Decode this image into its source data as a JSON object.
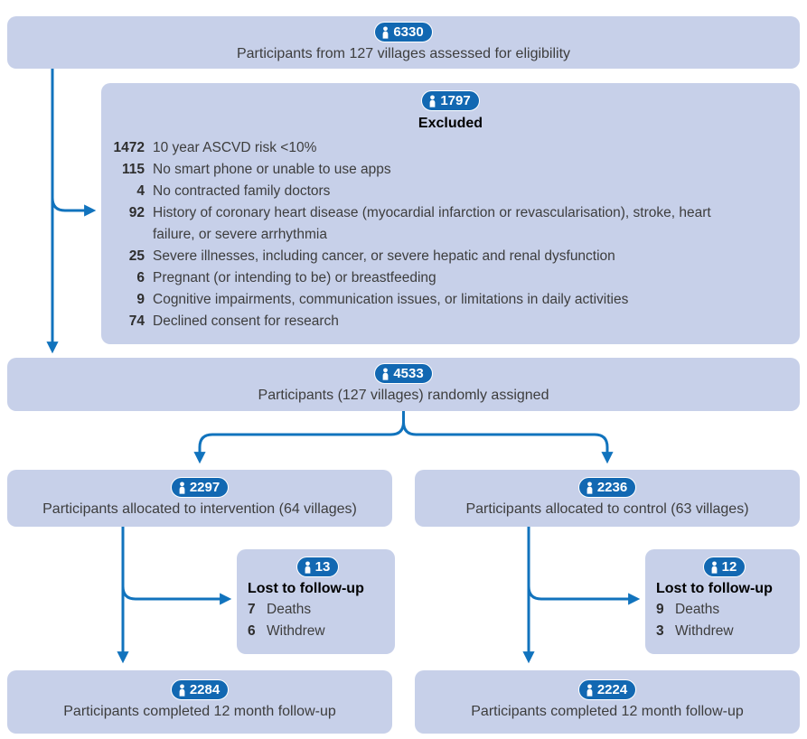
{
  "colors": {
    "box_fill": "#c7d0e9",
    "badge_blue": "#1268b2",
    "arrow_blue": "#1173bd",
    "body_text": "#3d3d3d",
    "heading_text": "#000000"
  },
  "flow": {
    "eligibility": {
      "count": "6330",
      "text": "Participants from 127 villages assessed for eligibility"
    },
    "excluded": {
      "count": "1797",
      "title": "Excluded",
      "items": [
        {
          "n": "1472",
          "reason": "10 year ASCVD risk <10%"
        },
        {
          "n": "115",
          "reason": "No smart phone or unable to use apps"
        },
        {
          "n": "4",
          "reason": "No contracted family doctors"
        },
        {
          "n": "92",
          "reason": "History of coronary heart disease (myocardial infarction or revascularisation), stroke, heart failure, or severe arrhythmia"
        },
        {
          "n": "25",
          "reason": "Severe illnesses, including cancer, or severe hepatic and renal dysfunction"
        },
        {
          "n": "6",
          "reason": "Pregnant (or intending to be) or breastfeeding"
        },
        {
          "n": "9",
          "reason": "Cognitive impairments, communication issues, or limitations in daily activities"
        },
        {
          "n": "74",
          "reason": "Declined consent for research"
        }
      ]
    },
    "randomized": {
      "count": "4533",
      "text": "Participants (127 villages) randomly assigned"
    },
    "intervention": {
      "count": "2297",
      "text": "Participants allocated to intervention (64 villages)"
    },
    "control": {
      "count": "2236",
      "text": "Participants allocated to control (63 villages)"
    },
    "lost_intervention": {
      "count": "13",
      "title": "Lost to follow-up",
      "items": [
        {
          "n": "7",
          "reason": "Deaths"
        },
        {
          "n": "6",
          "reason": "Withdrew"
        }
      ]
    },
    "lost_control": {
      "count": "12",
      "title": "Lost to follow-up",
      "items": [
        {
          "n": "9",
          "reason": "Deaths"
        },
        {
          "n": "3",
          "reason": "Withdrew"
        }
      ]
    },
    "completed_intervention": {
      "count": "2284",
      "text": "Participants completed 12 month follow-up"
    },
    "completed_control": {
      "count": "2224",
      "text": "Participants completed 12 month follow-up"
    }
  }
}
